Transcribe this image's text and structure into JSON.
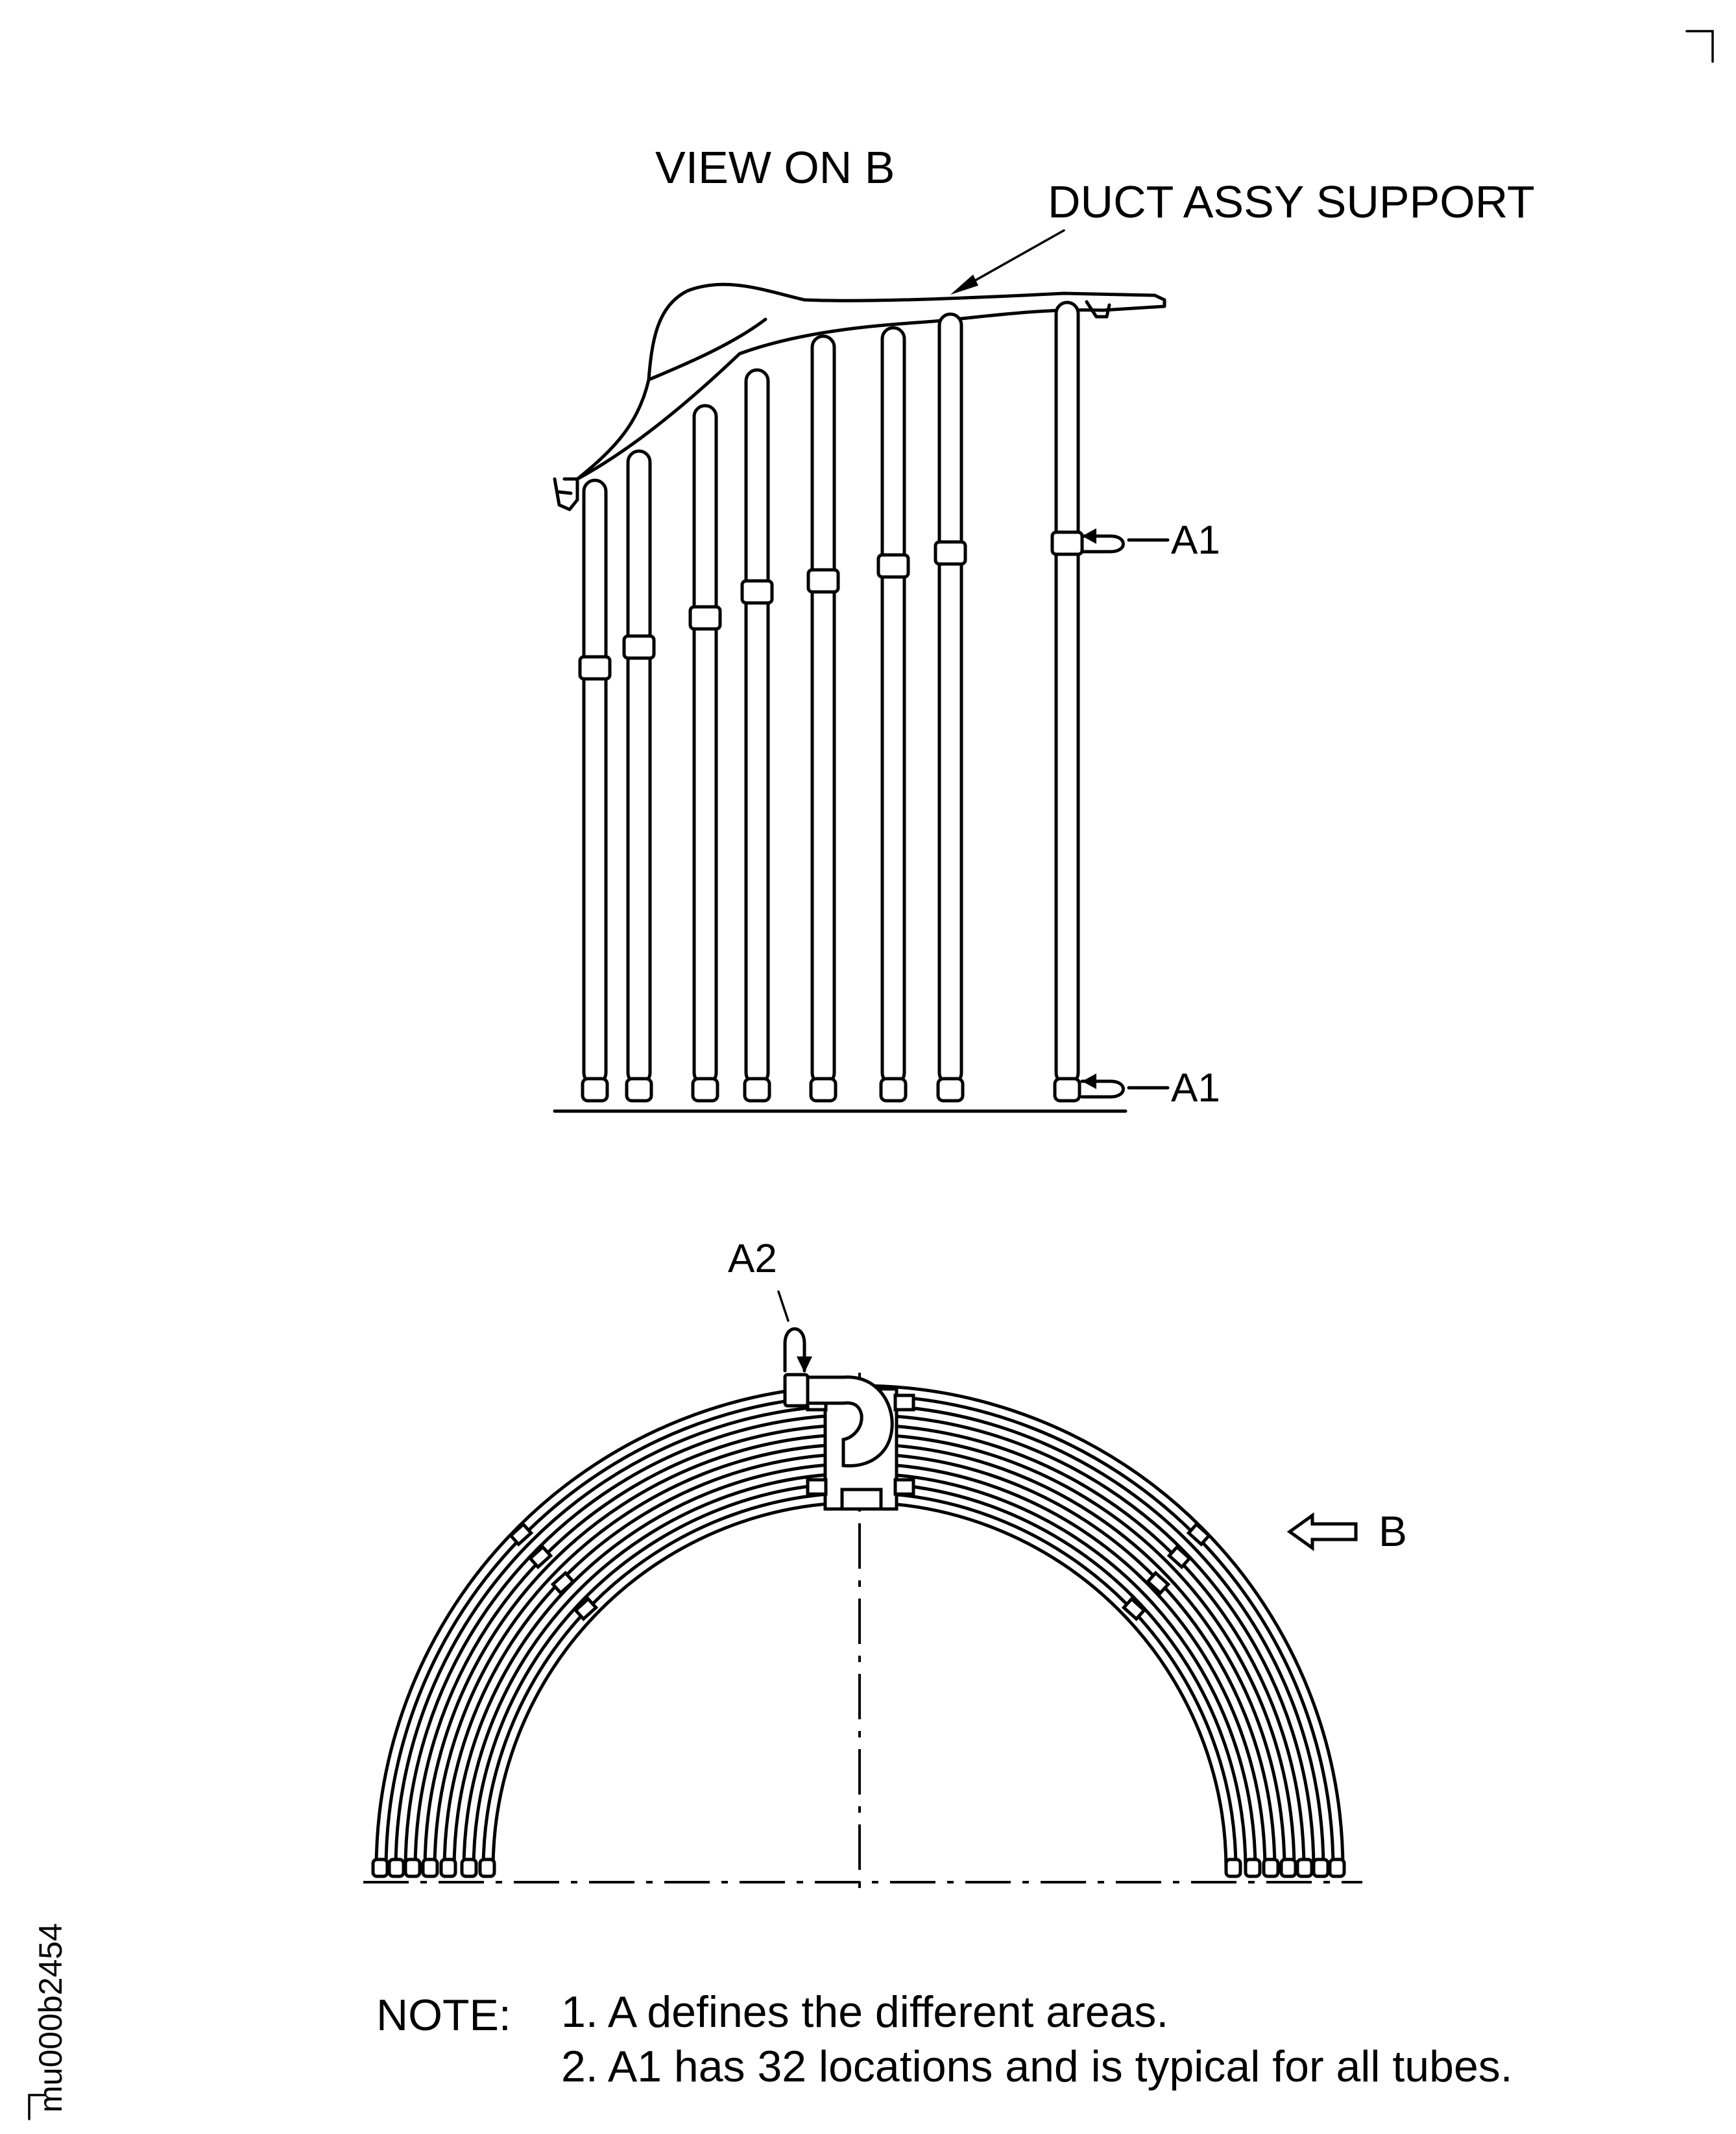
{
  "corner_mark": "",
  "view_title": "VIEW ON B",
  "labels": {
    "duct_assy_support": "DUCT ASSY SUPPORT",
    "a1_upper": "A1",
    "a1_lower": "A1",
    "a2": "A2",
    "view_arrow": "B"
  },
  "note": {
    "heading": "NOTE:",
    "items": [
      "1. A defines the different areas.",
      "2. A1 has 32 locations and is typical for all tubes."
    ]
  },
  "figure_id": "mu000b2454"
}
